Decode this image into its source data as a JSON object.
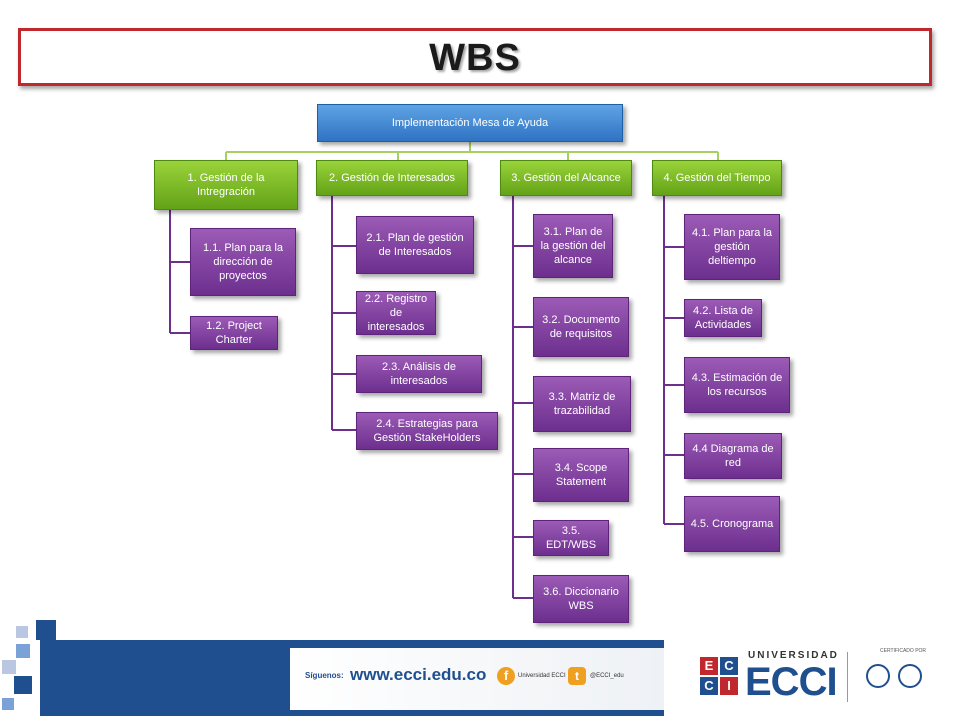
{
  "title": "WBS",
  "root": "Implementación   Mesa de Ayuda",
  "branches": [
    {
      "label": "1. Gestión de la Intregración",
      "children": [
        "1.1. Plan para la dirección de proyectos",
        "1.2. Project Charter"
      ]
    },
    {
      "label": "2. Gestión de Interesados",
      "children": [
        "2.1. Plan de gestión de Interesados",
        "2.2. Registro de interesados",
        "2.3. Análisis de interesados",
        "2.4. Estrategias  para Gestión  StakeHolders"
      ]
    },
    {
      "label": "3. Gestión del Alcance",
      "children": [
        "3.1. Plan de la gestión del alcance",
        "3.2. Documento de requisitos",
        "3.3. Matriz de trazabilidad",
        "3.4. Scope Statement",
        "3.5. EDT/WBS",
        "3.6. Diccionario WBS"
      ]
    },
    {
      "label": "4. Gestión del Tiempo",
      "children": [
        "4.1. Plan para la gestión deltiempo",
        "4.2. Lista de Actividades",
        "4.3. Estimación de los recursos",
        "4.4 Diagrama de red",
        "4.5. Cronograma"
      ]
    }
  ],
  "footer": {
    "follow": "Síguenos:",
    "website": "www.ecci.edu.co",
    "facebook": "Universidad ECCI",
    "twitter": "@ECCI_edu",
    "university_label": "UNIVERSIDAD",
    "university_name": "ECCI",
    "logo_letters": [
      "E",
      "C",
      "C",
      "I"
    ],
    "certified": "CERTIFICADO POR",
    "colors": {
      "band": "#1f4f8f",
      "accent": "#f0a020",
      "red": "#c0282e"
    }
  }
}
